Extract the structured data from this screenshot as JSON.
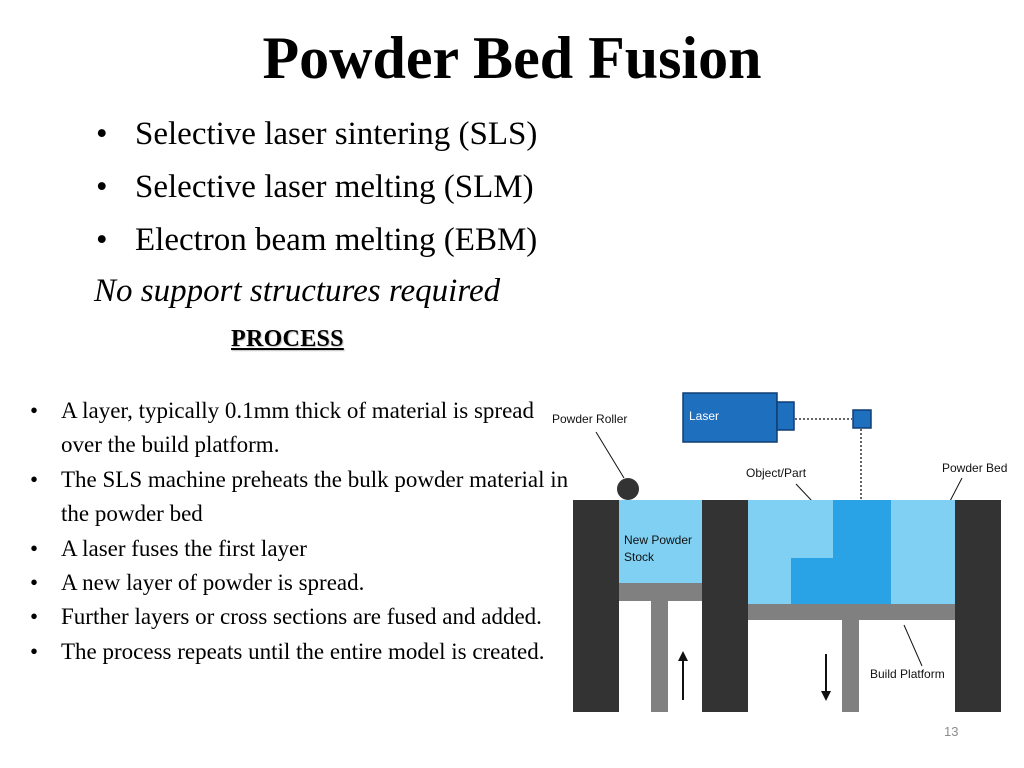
{
  "slide": {
    "title": "Powder Bed Fusion",
    "methods": [
      "Selective laser sintering (SLS)",
      "Selective laser melting (SLM)",
      "Electron beam melting (EBM)"
    ],
    "note": "No support structures required",
    "process_heading": "PROCESS",
    "process_steps": [
      "A layer, typically 0.1mm thick of material is spread over the build platform.",
      "The SLS machine preheats the bulk powder material in the powder bed",
      "A laser fuses the first layer",
      "A new layer of powder is spread.",
      "Further layers or cross sections are fused and added.",
      "The process repeats until the entire model is created."
    ],
    "page_number": "13"
  },
  "diagram": {
    "labels": {
      "powder_roller": "Powder Roller",
      "laser": "Laser",
      "object_part": "Object/Part",
      "powder_bed": "Powder Bed",
      "new_powder_stock_line1": "New Powder",
      "new_powder_stock_line2": "Stock",
      "build_platform": "Build Platform"
    },
    "colors": {
      "laser_blue": "#1f6fbf",
      "powder_light_blue": "#7fd0f2",
      "part_blue": "#2aa3e6",
      "wall_dark": "#333333",
      "platform_grey": "#808080"
    }
  }
}
